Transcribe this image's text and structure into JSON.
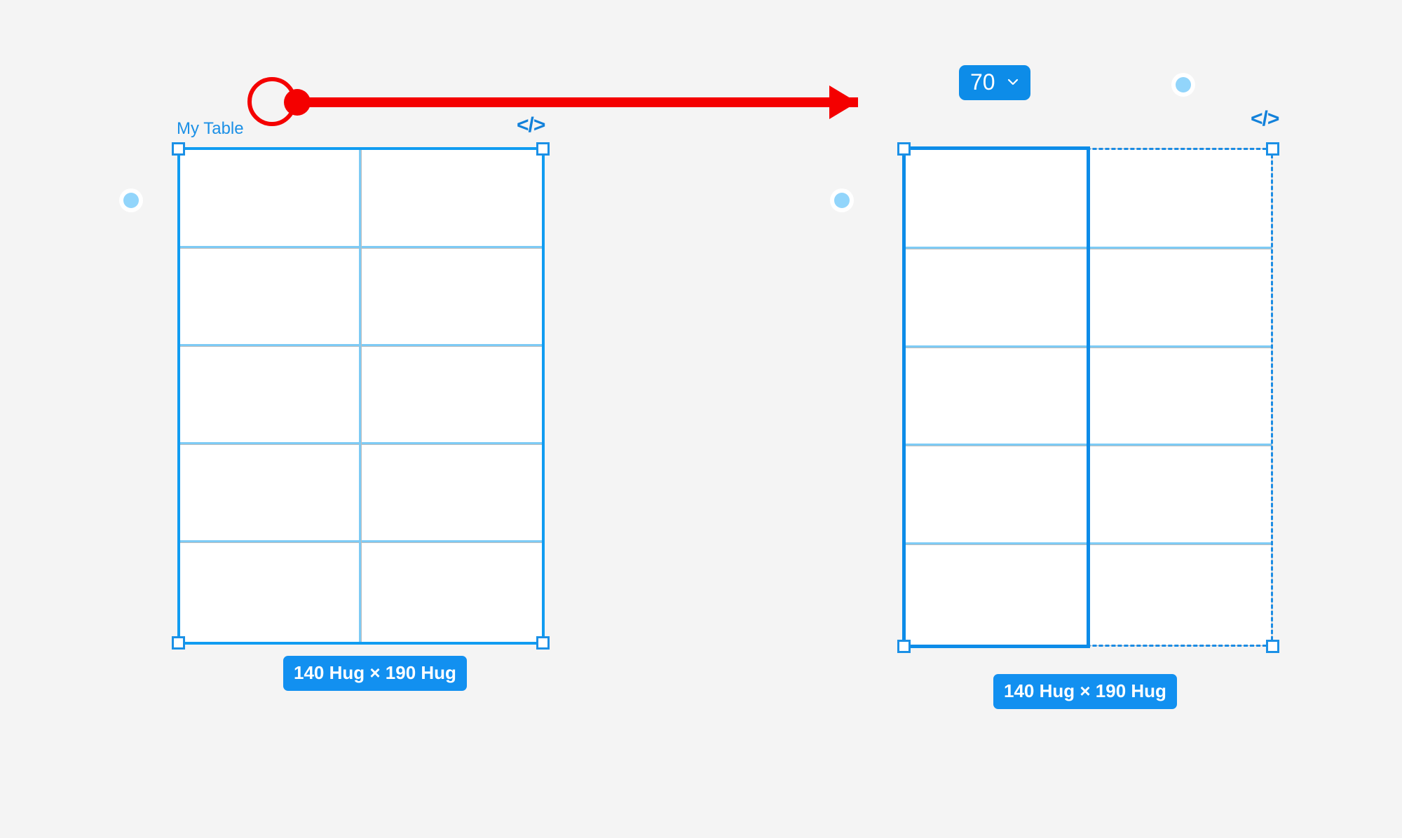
{
  "canvas": {
    "background": "#f4f4f4",
    "accent": "#0d8ce8",
    "grid_line_color": "#7ecbf5",
    "annotation_color": "#f40000"
  },
  "left_object": {
    "layer_title": "My Table",
    "code_icon": "code-icon",
    "size_badge": "140 Hug × 190 Hug",
    "rows": 5,
    "columns": 2,
    "selection_state": "whole-table-selected"
  },
  "right_object": {
    "code_icon": "code-icon",
    "size_badge": "140 Hug × 190 Hug",
    "rows": 5,
    "columns": 2,
    "selection_state": "first-column-selected"
  },
  "width_dropdown": {
    "value": "70",
    "chevron": "chevron-down-icon"
  },
  "canvas_dots": [
    {
      "name": "canvas-dot-left"
    },
    {
      "name": "canvas-dot-middle"
    },
    {
      "name": "canvas-dot-right"
    }
  ],
  "annotation": {
    "type": "circle-and-arrow",
    "target": "canvas-dot-left-of-my-table",
    "color": "#f40000"
  }
}
